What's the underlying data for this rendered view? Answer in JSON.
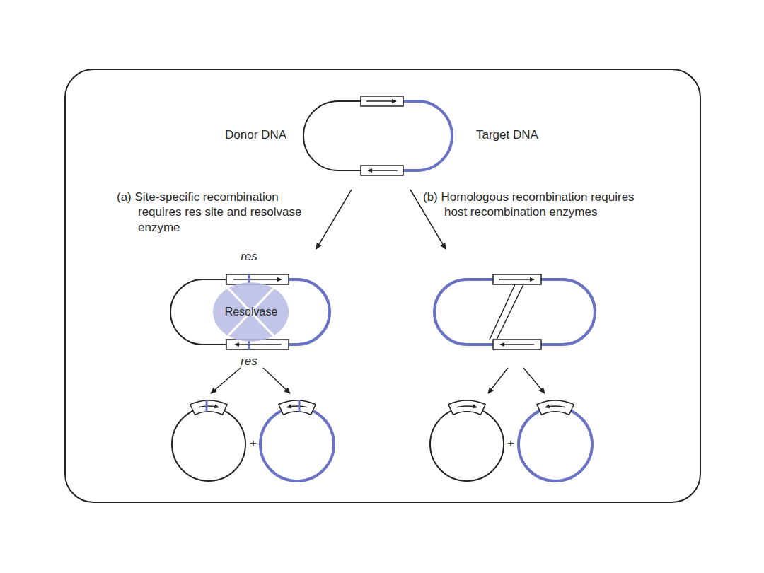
{
  "diagram": {
    "nodes": [
      {
        "text": [
          "Resolvase"
        ]
      }
    ],
    "labels": [
      "Donor DNA",
      "Target DNA",
      "(a) Site-specific recombination requires res site and resolvase enzyme",
      "(b) Homologous recombination requires host recombination enzymes",
      "res",
      "res",
      "+",
      "+"
    ]
  }
}
